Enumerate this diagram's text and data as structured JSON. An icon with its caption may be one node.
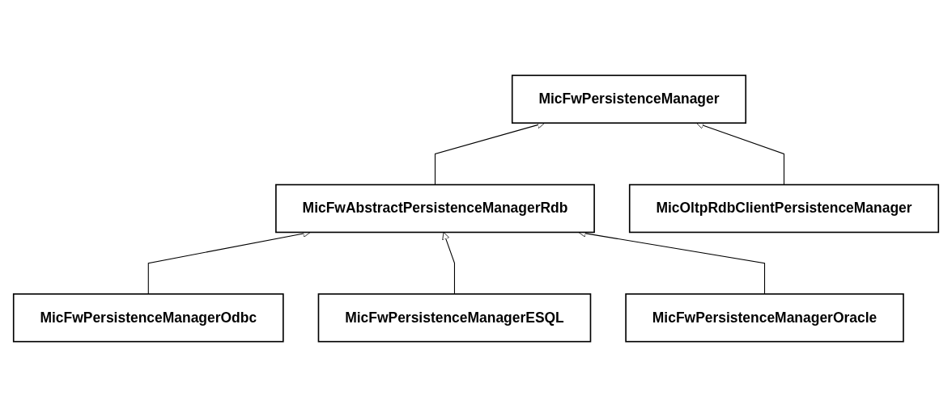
{
  "diagram": {
    "nodes": [
      {
        "text": [
          "MicFwPersistenceManager"
        ]
      },
      {
        "text": [
          "MicFwAbstractPersistenceManagerRdb"
        ]
      },
      {
        "text": [
          "MicOltpRdbClientPersistenceManager"
        ]
      },
      {
        "text": [
          "MicFwPersistenceManagerOdbc"
        ]
      },
      {
        "text": [
          "MicFwPersistenceManagerESQL"
        ]
      },
      {
        "text": [
          "MicFwPersistenceManagerOracle"
        ]
      }
    ],
    "edges": [
      {
        "from": 1,
        "to": 0,
        "arrow": "to"
      },
      {
        "from": 2,
        "to": 0,
        "arrow": "to"
      },
      {
        "from": 3,
        "to": 1,
        "arrow": "to"
      },
      {
        "from": 4,
        "to": 1,
        "arrow": "to"
      },
      {
        "from": 5,
        "to": 1,
        "arrow": "to"
      }
    ]
  }
}
